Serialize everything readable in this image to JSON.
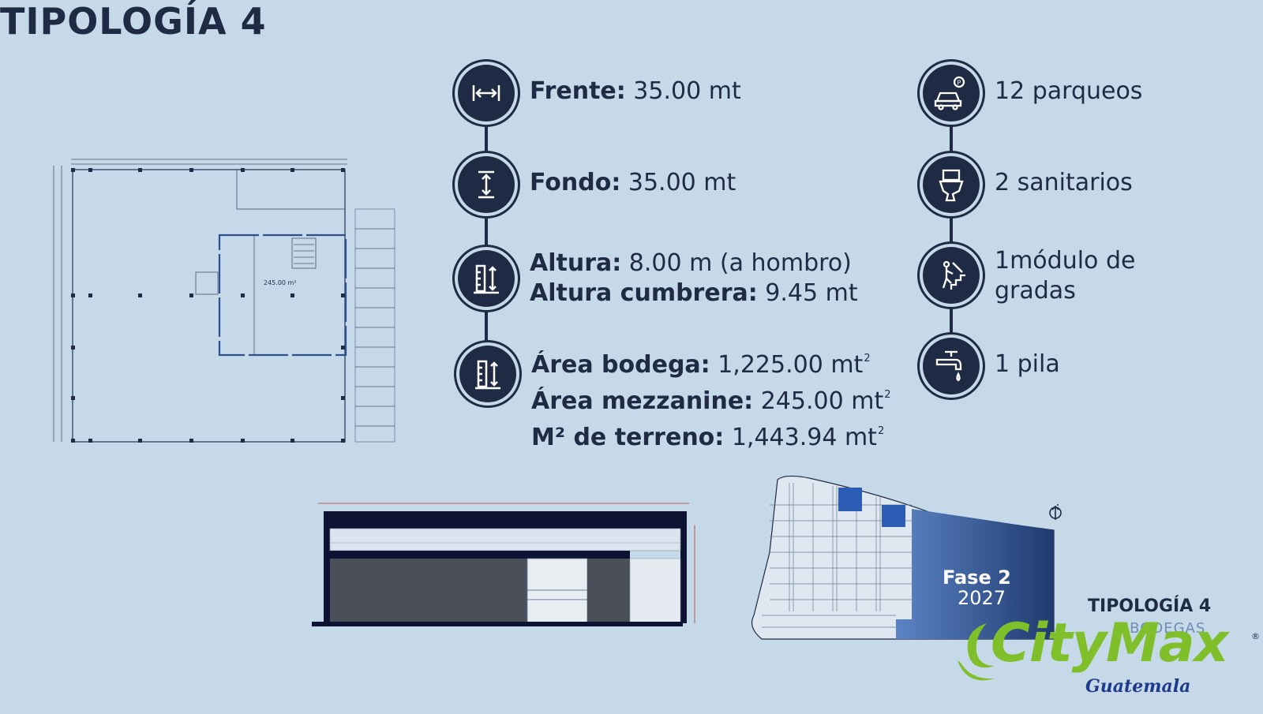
{
  "title": "TIPOLOGÍA 4",
  "floor_plan": {
    "area_label": "245.00 m²"
  },
  "features_left": [
    {
      "icon": "width-arrows-icon",
      "lines": [
        {
          "label": "Frente:",
          "value": " 35.00 mt"
        }
      ]
    },
    {
      "icon": "depth-arrows-icon",
      "lines": [
        {
          "label": "Fondo:",
          "value": " 35.00 mt"
        }
      ]
    },
    {
      "icon": "height-ruler-icon",
      "lines": [
        {
          "label": "Altura:",
          "value": " 8.00 m (a hombro)"
        },
        {
          "label": "Altura cumbrera:",
          "value": " 9.45 mt"
        }
      ]
    },
    {
      "icon": "area-ruler-icon",
      "lines": [
        {
          "label": "Área bodega:",
          "value": " 1,225.00 mt",
          "sup": "2"
        },
        {
          "label": "Área mezzanine:",
          "value": " 245.00 mt",
          "sup": "2"
        },
        {
          "label": "M² de terreno:",
          "value": "  1,443.94 mt",
          "sup": "2"
        }
      ]
    }
  ],
  "features_right": [
    {
      "icon": "parking-car-icon",
      "lines": [
        "12 parqueos"
      ]
    },
    {
      "icon": "toilet-icon",
      "lines": [
        "2 sanitarios"
      ]
    },
    {
      "icon": "stairs-icon",
      "lines": [
        "1módulo de",
        "gradas"
      ]
    },
    {
      "icon": "faucet-icon",
      "lines": [
        "1 pila"
      ]
    }
  ],
  "site_map": {
    "phase_label": "Fase 2",
    "phase_year": "2027",
    "tag_title": "TIPOLOGÍA 4",
    "tag_sub": "2 BODEGAS"
  },
  "logo": {
    "name": "CityMax",
    "reg": "®",
    "sub": "Guatemala"
  },
  "colors": {
    "background": "#c5d9e8",
    "navy": "#1f2a44",
    "logo_green": "#7fbf2a",
    "phase_blue": "#2c4f8f"
  }
}
